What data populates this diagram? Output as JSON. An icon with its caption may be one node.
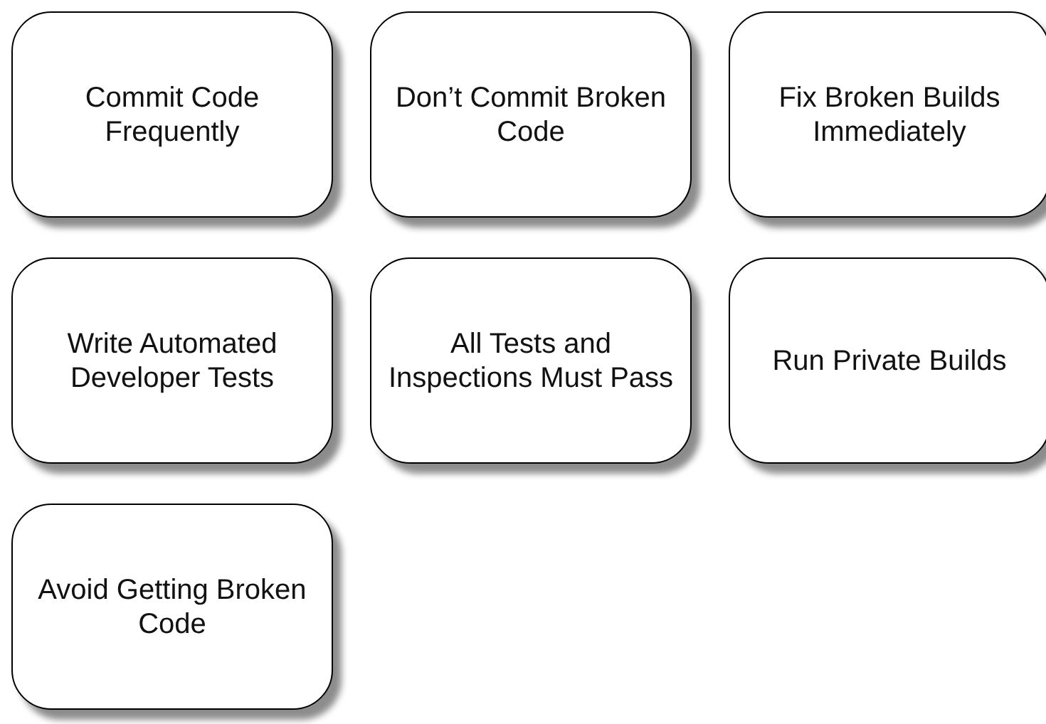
{
  "diagram": {
    "nodes": [
      {
        "text": [
          "Commit Code Frequently"
        ]
      },
      {
        "text": [
          "Don’t Commit Broken Code"
        ]
      },
      {
        "text": [
          "Fix Broken Builds Immediately"
        ]
      },
      {
        "text": [
          "Write Automated Developer Tests"
        ]
      },
      {
        "text": [
          "All Tests and Inspections Must Pass"
        ]
      },
      {
        "text": [
          "Run Private Builds"
        ]
      },
      {
        "text": [
          "Avoid Getting Broken Code"
        ]
      }
    ]
  }
}
